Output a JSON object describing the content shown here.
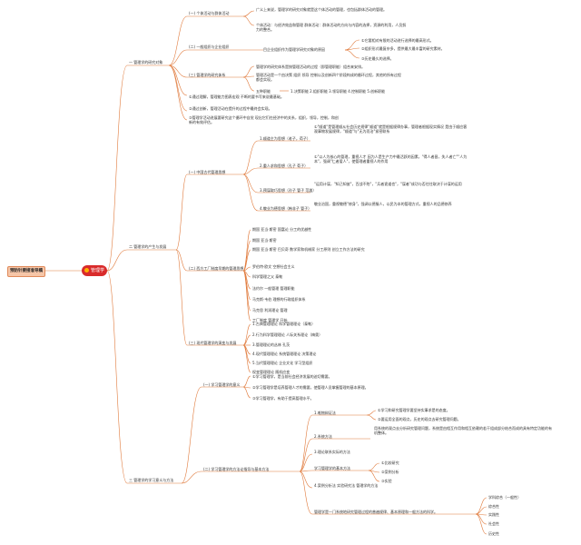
{
  "root": {
    "label": "预防针要接准导稿"
  },
  "hub": {
    "label": "管理学"
  },
  "branches": [
    {
      "label": "一 管理学的研究对象"
    },
    {
      "label": "二 管理学的产生与发展"
    },
    {
      "label": "三 管理学的学习意义与方法"
    }
  ],
  "b1": {
    "s1": "(一) 个体活动与群体活动",
    "s1a": "广义上来说，管理学的研究对象就是这个体活动的管理，也包括群体活动的管理。",
    "s1b": "个体活动：与经济效益和管理 群体活动：群体活动的方向与内容的选择，资源的利用，人员努力的整合。",
    "s2": "(二) 一般组织与企业组织",
    "s2a": "目企业组织作为管理学研究对象的原因",
    "s2b1": "①它要相对有限的活动进行选择的最高形式。",
    "s2b2": "②组织形式最复杂多，提供最大最丰富的研究素材。",
    "s2b3": "③历史最久的选择。",
    "s3": "(三) 管理学的研究体系",
    "s3a": "管理学的研究体系是按管理活动的过程（即管理职能）组合来安排。",
    "s3b": "管理活动是一个由决策 组织 领导 控制以及创新四个阶段构成的循环过程，其他的所有过程都会实现。",
    "s3c": "五种职能",
    "s3d": "1.决策职能 2.组织职能 3.领导职能 4.控制职能 5.创新职能",
    "s4": "①通过理解，管理能力图表宏观 不断的要书写来说最基础。",
    "s5": "②通过创新，管理活动在提升的过程中最终会实现。",
    "s6": "③管理学活动进展要研究这个循环中自觉 现出它们在经济中的关系，组织，领导，控制，和创新的有效评估。"
  },
  "b2": {
    "s1": "(一) 中国古代管理思想",
    "s1a": "1.顺道主为思想（老子，荀子）",
    "s1a_d": "①\"顺道\"是管理顺从社会历史规律\"顺道\"就是根据规律办事，管理者根据现实情况 是由于顺应客观事物发展规律，\"顺道\"与\"无为而治\"紧密联系",
    "s1b": "2.重人求和思想（孔子 荀子）",
    "s1b_d": "①\"以人为核心的管理，重视人才 因为人是生产力中最活跃的因素，\"得人者昌，失人者亡\"\"人为本\"，强调\"仁者爱人\"，使管理者重视人的作用",
    "s1c": "3.预谋取巧思想（孙子 管子 范蠡）",
    "s1c_d": "\"运用计谋，\"知己知彼\"，百战不殆\"，\"兵者诡道也\"，\"谋者\"成功与否往往取决于计谋的运用",
    "s1d": "4.敬业为德思想（韩非子 管子）",
    "s1d_d": "敬业治国，重视敬德\"修身\"，强调以德服人，以民为本的管理方式，重视人的品德修养",
    "s2": "(二) 西方工厂制度早期的管理思想",
    "s2a": "期国 亚当·斯密 国富论 分工的优越性",
    "s2b": "期国 亚当·斯密",
    "s2c": "期国 亚当·斯密 巴贝奇 数学家和机械家 分工原则 创立工作方法的研究",
    "s2d": "罗伯特·欧文 空想社会主义",
    "s2e": "科学管理之父 泰勒",
    "s2f": "法约尔 一般管理 管理职能",
    "s2g": "马克斯·韦伯 理想的行政组织体系",
    "s2h": "马克思 利润理论 管理",
    "s2i": "工厂制度 管理学 开始",
    "s3": "(三) 现代管理学的演变与发展",
    "s3a": "1.古典管理理论 科学管理理论（泰勒）",
    "s3b": "2.行为科学管理理论 人际关系理论（梅奥）",
    "s3c": "3.管理理论的丛林 孔茨",
    "s3d": "4.现代管理理论 系统管理理论 决策理论",
    "s3e": "5.当代管理理论 企业文化 学习型组织",
    "s3f": "权变管理理论 随机应变"
  },
  "b3": {
    "s1": "(一) 学习管理学的意义",
    "s1a": "①学习管理学，是当前社会经济发展的迫切需要。",
    "s1b": "②学习管理学是培养管理人才的需要，使管理人员掌握管理的基本原理。",
    "s1c": "③学习管理学，有助于提高管理水平。",
    "s2": "(二) 学习管理学的方法论指导与基本方法",
    "s2a": "1.唯物辩证法",
    "s2a1": "①学习和研究管理学要坚持实事求是的态度。",
    "s2a2": "②要运用全面的观点，历史的观点去研究管理问题。",
    "s2b": "2.系统方法",
    "s2b_d": "用系统的观点去分析研究管理问题，系统是由相互作用和相互依赖的若干组成部分结合而成的具有特定功能的有机整体。",
    "s2c": "3.理论联系实际的方法",
    "s2d": "学习管理学的基本方法",
    "s2d1": "①比较研究",
    "s2d2": "②案例分析",
    "s2d3": "③实验",
    "s2e": "4.案例分析法 实验研究法 管理学的方法",
    "s2f": "管理学是一门系统地研究管理过程的普遍规律、基本原理和一般方法的科学。",
    "s2g1": "学科综合（一般性）",
    "s2g2": "综合性",
    "s2g3": "实践性",
    "s2g4": "社会性",
    "s2g5": "历史性"
  }
}
